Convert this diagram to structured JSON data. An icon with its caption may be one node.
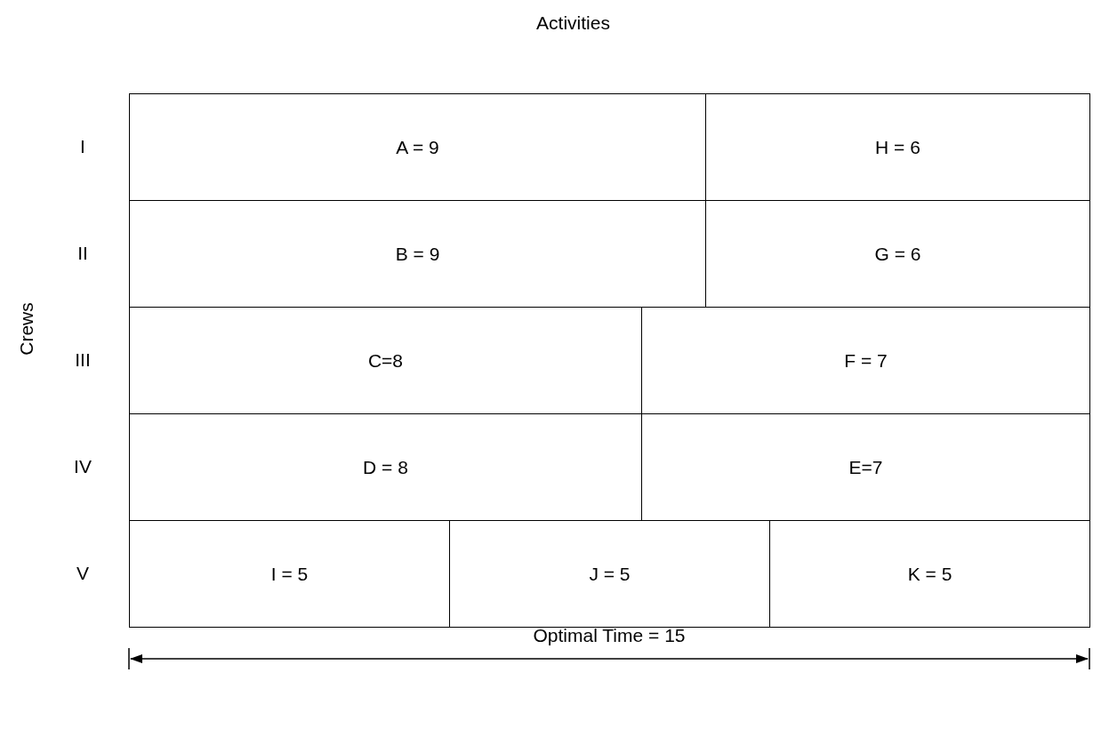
{
  "diagram": {
    "title": "Activities",
    "nodes": [
      {
        "text": [
          "A = 9"
        ]
      },
      {
        "text": [
          "H = 6"
        ]
      },
      {
        "text": [
          "B = 9"
        ]
      },
      {
        "text": [
          "G = 6"
        ]
      },
      {
        "text": [
          "C=8"
        ]
      },
      {
        "text": [
          "F = 7"
        ]
      },
      {
        "text": [
          "D = 8"
        ]
      },
      {
        "text": [
          "E=7"
        ]
      },
      {
        "text": [
          "I = 5"
        ]
      },
      {
        "text": [
          "J = 5"
        ]
      },
      {
        "text": [
          "K = 5"
        ]
      }
    ],
    "labels": [
      "I",
      "II",
      "III",
      "IV",
      "V",
      "Crews",
      "Optimal Time = 15"
    ]
  }
}
